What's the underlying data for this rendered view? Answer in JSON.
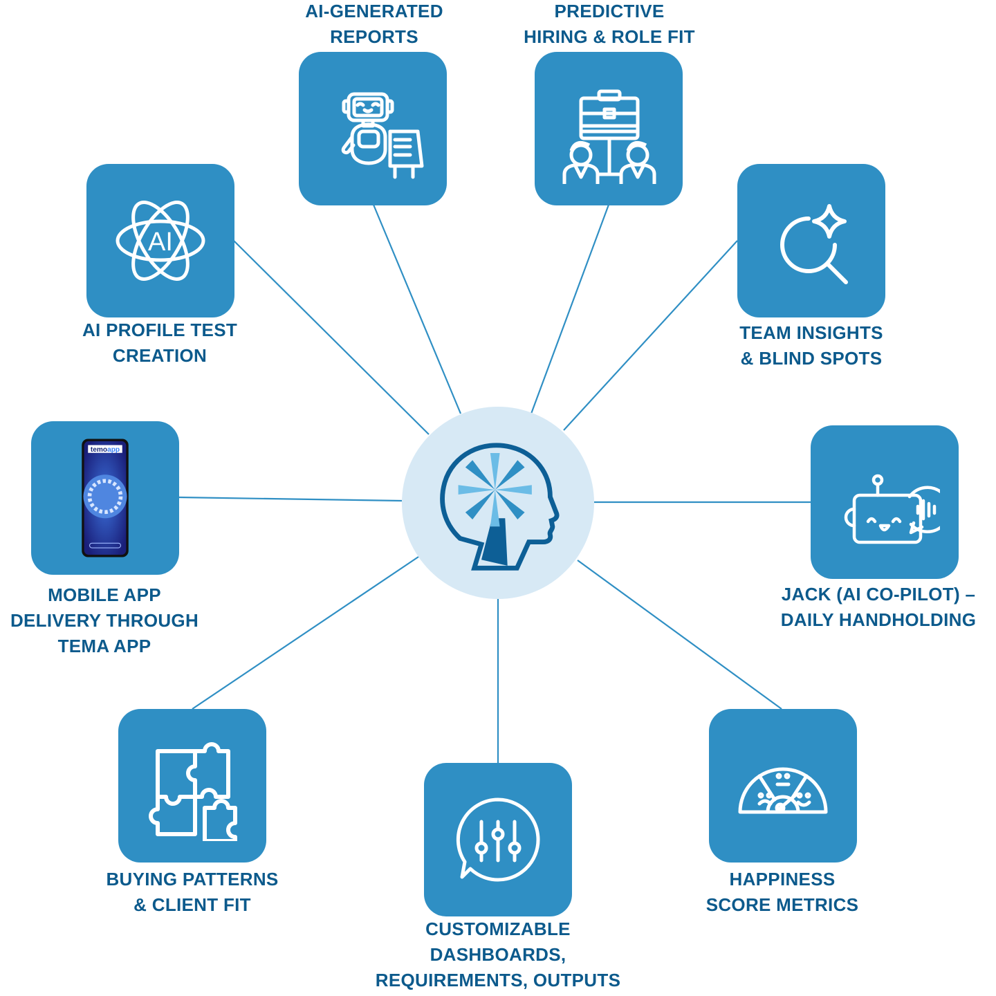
{
  "colors": {
    "tile": "#2f8fc4",
    "label": "#0c5a8c",
    "line": "#2f8fc4",
    "hub_bg": "#d7e9f5"
  },
  "hub": {
    "icon": "head-with-snowflake-logo"
  },
  "nodes": [
    {
      "id": "ai-profile",
      "label": "AI PROFILE TEST\nCREATION",
      "icon": "ai-atom-icon"
    },
    {
      "id": "ai-reports",
      "label": "AI-GENERATED\nREPORTS",
      "icon": "robot-board-icon"
    },
    {
      "id": "hiring",
      "label": "PREDICTIVE\nHIRING & ROLE FIT",
      "icon": "briefcase-people-icon"
    },
    {
      "id": "team-insights",
      "label": "TEAM INSIGHTS\n& BLIND SPOTS",
      "icon": "magnifier-sparkle-icon"
    },
    {
      "id": "jack",
      "label": "JACK (AI CO-PILOT) –\nDAILY HANDHOLDING",
      "icon": "robot-chat-icon"
    },
    {
      "id": "happiness",
      "label": "HAPPINESS\nSCORE METRICS",
      "icon": "gauge-faces-icon"
    },
    {
      "id": "dashboards",
      "label": "CUSTOMIZABLE\nDASHBOARDS,\nREQUIREMENTS, OUTPUTS",
      "icon": "chat-sliders-icon"
    },
    {
      "id": "buying",
      "label": "BUYING PATTERNS\n& CLIENT FIT",
      "icon": "puzzle-icon"
    },
    {
      "id": "mobile",
      "label": "MOBILE APP\nDELIVERY THROUGH\nTEMA APP",
      "icon": "phone-app-icon",
      "phone_brand": "temoapp"
    }
  ]
}
